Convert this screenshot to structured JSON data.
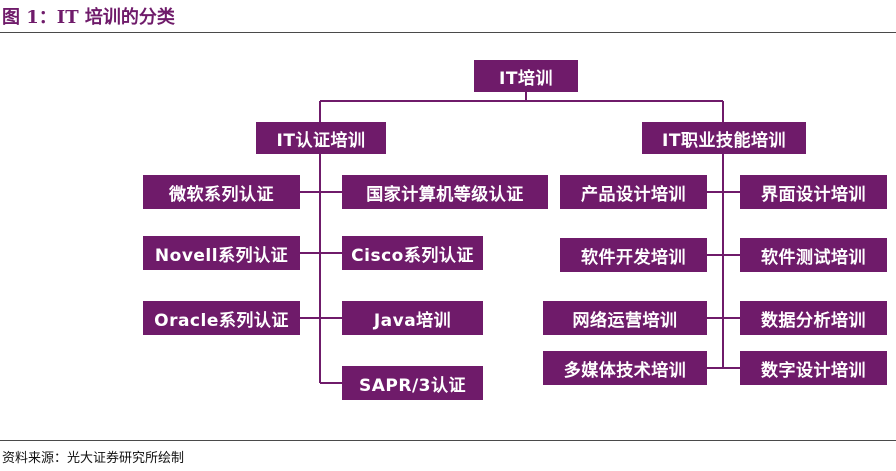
{
  "figure_title": "图 1：IT 培训的分类",
  "source_note": "资料来源：光大证券研究所绘制",
  "colors": {
    "node": "#6f1b6a",
    "title": "#6f1b6a",
    "connector": "#6f1b6a"
  },
  "tree": {
    "root": "IT培训",
    "branches": [
      {
        "label": "IT认证培训",
        "left_items": [
          "微软系列认证",
          "Novell系列认证",
          "Oracle系列认证"
        ],
        "right_items": [
          "国家计算机等级认证",
          "Cisco系列认证",
          "Java培训",
          "SAPR/3认证"
        ]
      },
      {
        "label": "IT职业技能培训",
        "left_items": [
          "产品设计培训",
          "软件开发培训",
          "网络运营培训",
          "多媒体技术培训"
        ],
        "right_items": [
          "界面设计培训",
          "软件测试培训",
          "数据分析培训",
          "数字设计培训"
        ]
      }
    ]
  }
}
